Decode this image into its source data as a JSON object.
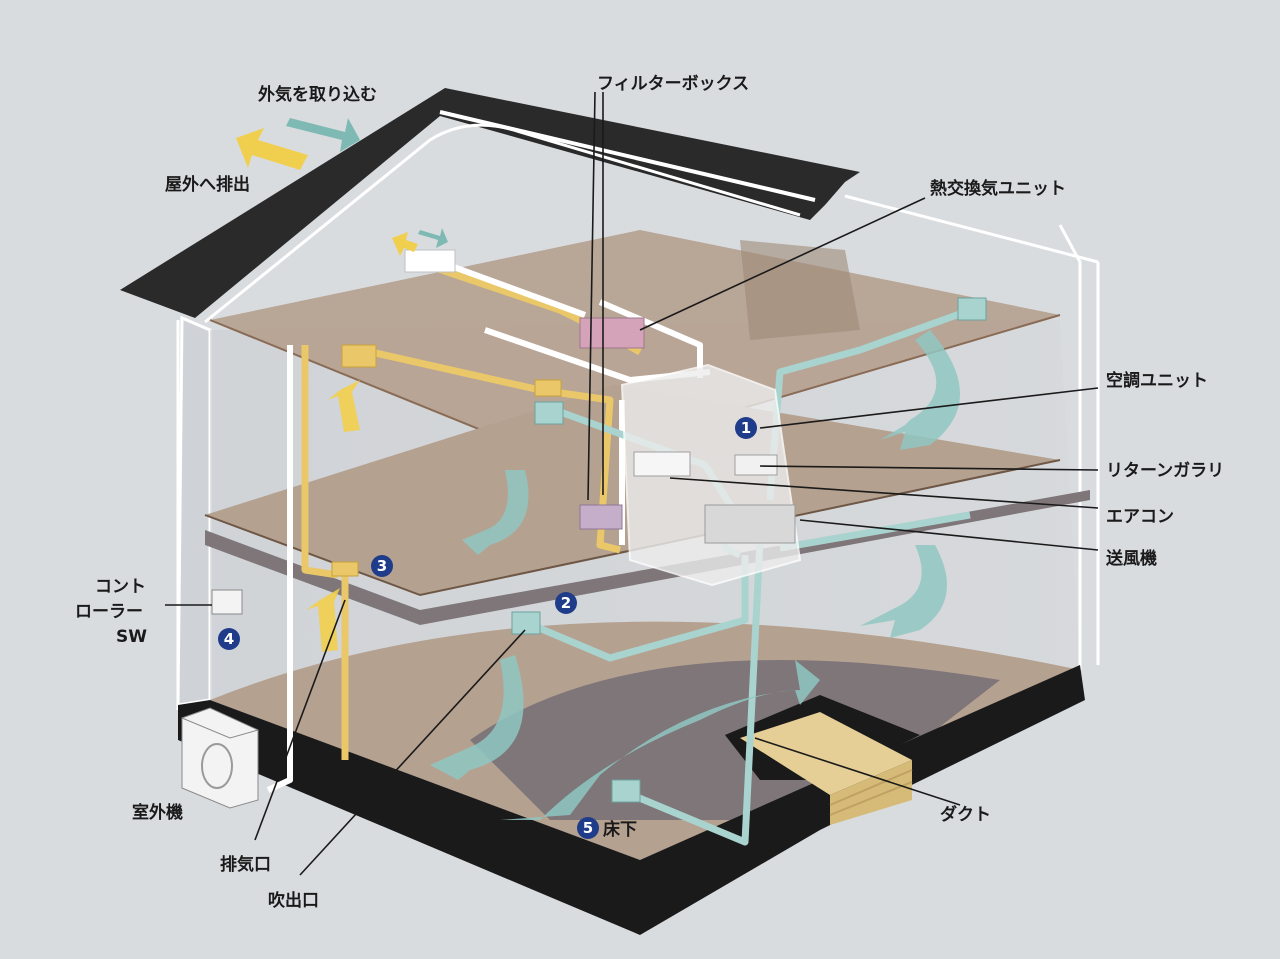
{
  "labels": {
    "intake_outside_air": "外気を取り込む",
    "exhaust_outdoor": "屋外へ排出",
    "filter_box": "フィルターボックス",
    "heat_exchange_unit": "熱交換気ユニット",
    "ac_unit": "空調ユニット",
    "return_gallery": "リターンガラリ",
    "air_conditioner": "エアコン",
    "blower": "送風機",
    "controller_sw_1": "コント",
    "controller_sw_2": "ローラー",
    "controller_sw_3": "SW",
    "outdoor_unit": "室外機",
    "exhaust_port": "排気口",
    "outlet_port": "吹出口",
    "duct": "ダクト",
    "underfloor": "床下"
  },
  "markers": [
    "1",
    "2",
    "3",
    "4",
    "5"
  ],
  "colors": {
    "background": "#d9dcdf",
    "roof": "#2a2a2a",
    "floor": "#b5a190",
    "slab_dark": "#7e7678",
    "supply_duct": "#a9d3cf",
    "exhaust_duct": "#eac86a",
    "outdoor_air_arrow": "#7fb9b4",
    "exhaust_arrow": "#f1cf4e",
    "filter_box": "#d4a3b9",
    "marker": "#1f3c8a",
    "foundation": "#1a1a1a",
    "lumber": "#e5cf97"
  }
}
